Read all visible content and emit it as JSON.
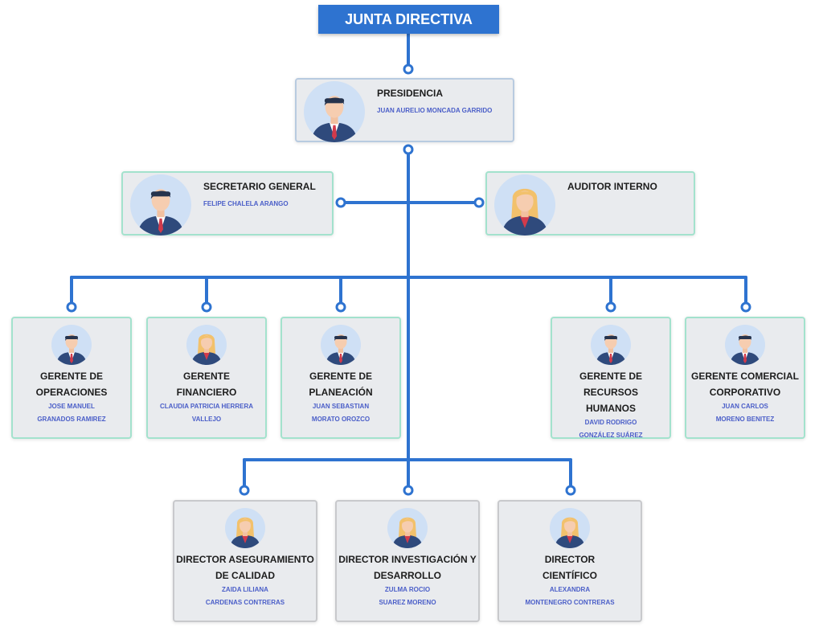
{
  "header": {
    "title": "JUNTA DIRECTIVA"
  },
  "presidency": {
    "title": "PRESIDENCIA",
    "name": "JUAN AURELIO MONCADA GARRIDO"
  },
  "secretary": {
    "title": "SECRETARIO GENERAL",
    "name": "FELIPE CHALELA ARANGO"
  },
  "auditor": {
    "title": "AUDITOR INTERNO"
  },
  "managers": [
    {
      "title1": "GERENTE DE",
      "title2": "OPERACIONES",
      "name1": "JOSE MANUEL",
      "name2": "GRANADOS RAMIREZ"
    },
    {
      "title1": "GERENTE",
      "title2": "FINANCIERO",
      "name1": "CLAUDIA PATRICIA HERRERA",
      "name2": "VALLEJO"
    },
    {
      "title1": "GERENTE DE",
      "title2": "PLANEACIÓN",
      "name1": "JUAN SEBASTIAN",
      "name2": "MORATO OROZCO"
    },
    {
      "title1": "GERENTE DE RECURSOS",
      "title2": "HUMANOS",
      "name1": "DAVID RODRIGO",
      "name2": "GONZÁLEZ SUÁREZ"
    },
    {
      "title1": "GERENTE COMERCIAL",
      "title2": "CORPORATIVO",
      "name1": "JUAN CARLOS",
      "name2": "MORENO BENITEZ"
    }
  ],
  "directors": [
    {
      "title1": "DIRECTOR ASEGURAMIENTO",
      "title2": "DE CALIDAD",
      "name1": "ZAIDA LILIANA",
      "name2": "CARDENAS CONTRERAS"
    },
    {
      "title1": "DIRECTOR INVESTIGACIÓN Y",
      "title2": "DESARROLLO",
      "name1": "ZULMA ROCIO",
      "name2": "SUAREZ MORENO"
    },
    {
      "title1": "DIRECTOR",
      "title2": "CIENTÍFICO",
      "name1": "ALEXANDRA",
      "name2": "MONTENEGRO CONTRERAS"
    }
  ],
  "colors": {
    "accent": "#2e73d0",
    "name_text": "#4a5ec8",
    "card_bg": "#e9ebee",
    "teal_border": "#a3e2cd"
  },
  "icons": {
    "male": "man-avatar-icon",
    "female": "woman-avatar-icon"
  }
}
